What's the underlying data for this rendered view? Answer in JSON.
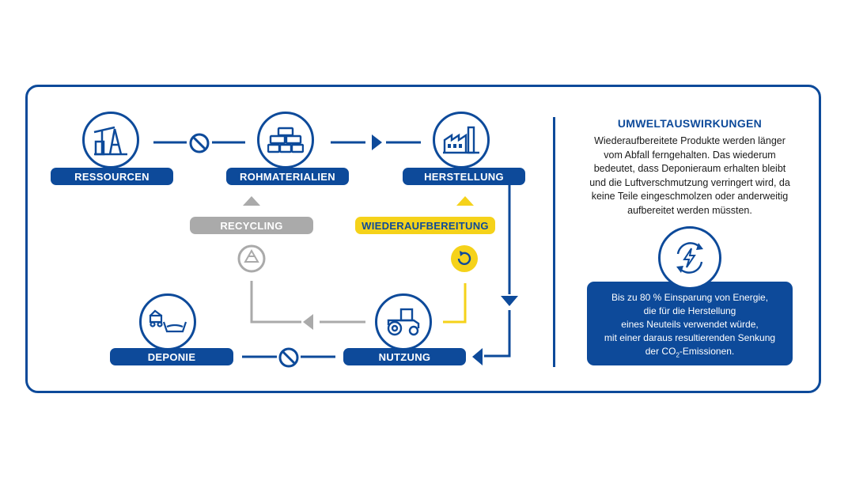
{
  "colors": {
    "primary": "#0d4a9a",
    "accent": "#f5d21a",
    "neutral": "#aaaaaa"
  },
  "nodes": {
    "ressourcen": {
      "label": "RESSOURCEN",
      "icon": "oil-pump-icon"
    },
    "rohmaterialien": {
      "label": "ROHMATERIALIEN",
      "icon": "stacked-blocks-icon"
    },
    "herstellung": {
      "label": "HERSTELLUNG",
      "icon": "factory-icon"
    },
    "nutzung": {
      "label": "NUTZUNG",
      "icon": "tractor-icon"
    },
    "deponie": {
      "label": "DEPONIE",
      "icon": "landfill-truck-icon"
    }
  },
  "loops": {
    "recycling": {
      "label": "RECYCLING",
      "icon": "recycle-icon"
    },
    "wiederaufbereitung": {
      "label": "WIEDERAUFBEREITUNG",
      "icon": "refresh-icon"
    }
  },
  "impact": {
    "title": "UMWELTAUSWIRKUNGEN",
    "description_lines": [
      "Wiederaufbereitete Produkte werden länger",
      "vom Abfall ferngehalten. Das wiederum",
      "bedeutet, dass Deponieraum erhalten bleibt",
      "und die Luftverschmutzung verringert wird, da",
      "keine Teile eingeschmolzen oder anderweitig",
      "aufbereitet werden müssten."
    ],
    "icon": "energy-cycle-icon",
    "highlight_lines": [
      "Bis zu 80 % Einsparung von Energie,",
      "die für die Herstellung",
      "eines Neuteils verwendet würde,",
      "mit einer daraus resultierenden Senkung"
    ],
    "highlight_last": {
      "prefix": "der CO",
      "subscript": "2",
      "suffix": "-Emissionen."
    }
  }
}
